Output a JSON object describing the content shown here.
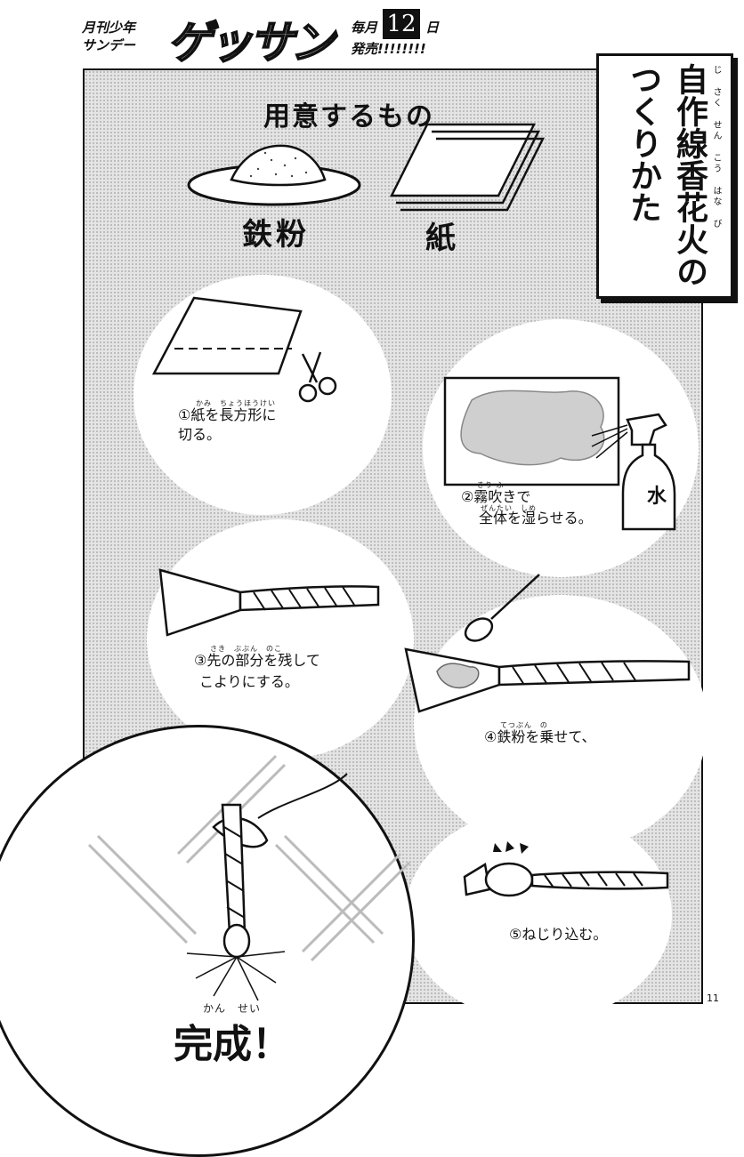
{
  "header": {
    "magazine_line1": "月刊少年",
    "magazine_line2": "サンデー",
    "logo": "ゲッサン",
    "release_prefix": "毎月",
    "release_day": "12",
    "release_suffix": "日",
    "release_line2": "発売!!!!!!!!"
  },
  "title": {
    "col1": "自作線香花火の",
    "col2": "つくりかた",
    "ruby1": "じ さく せん こう はな び"
  },
  "materials": {
    "heading": "用意するもの",
    "item1": "鉄粉",
    "item2": "紙"
  },
  "steps": [
    {
      "ruby": "かみ　ちょうほうけい",
      "line1": "①紙を長方形に",
      "line2": "切る。"
    },
    {
      "ruby": "きり ふ",
      "line1": "②霧吹きで",
      "line2": "全体を湿らせる。",
      "ruby2": "ぜんたい　しめ",
      "bottle_label": "水"
    },
    {
      "ruby": "さき　ぶぶん　のこ",
      "line1": "③先の部分を残して",
      "line2": "こよりにする。"
    },
    {
      "ruby": "てつぷん　の",
      "line1": "④鉄粉を乗せて、",
      "line2": ""
    },
    {
      "ruby": "",
      "line1": "⑤ねじり込む。",
      "line2": ""
    }
  ],
  "finale": {
    "ruby": "かん　せい",
    "text": "完成！"
  },
  "page_number": "11"
}
